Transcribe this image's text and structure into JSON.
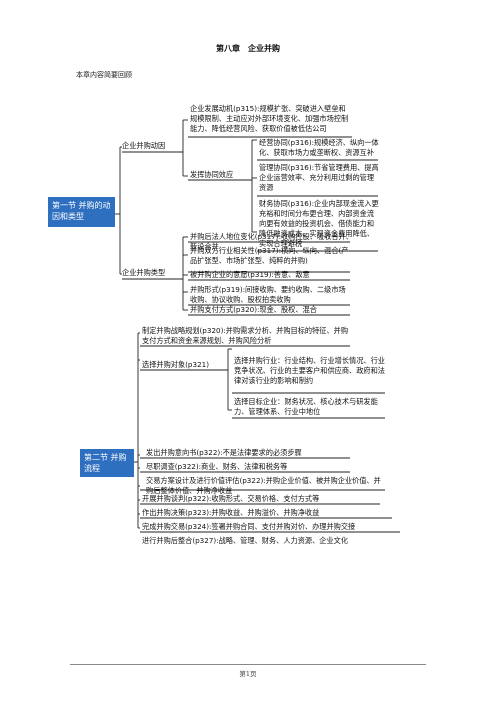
{
  "page": {
    "title": "第八章　企业并购",
    "intro": "本章内容简要回顾",
    "footer": "第1页"
  },
  "section1": {
    "label": "第一节 并购的动因和类型",
    "motive": {
      "label": "企业并购动因",
      "development": "企业发展动机(p315):规模扩张、突破进入壁垒和规模限制、主动应对外部环境变化、加强市场控制能力、降低经营风险、获取价值被低估公司",
      "synergy_label": "发挥协同效应",
      "synergies": [
        "经营协同(p316):规模经济、纵向一体化、获取市场力或垄断权、资源互补",
        "管理协同(p316):节省管理费用、提高企业运营效率、充分利用过剩的管理资源",
        "财务协同(p316):企业内部现金流入更充裕和时间分布更合理、内部资金流向更有效益的投资机会、借债能力和降低融资成本、实现资金费用降低、实现合理避税"
      ]
    },
    "types": {
      "label": "企业并购类型",
      "items": [
        "并购后法人地位变化(p317):收购控股、吸收合并、新设合并",
        "并购双方行业相关性(p317):横向、纵向、混合(产品扩张型、市场扩张型、纯粹的并购)",
        "被并购企业的意愿(p319):善意、敌意",
        "并购形式(p319):间接收购、要约收购、二级市场收购、协议收购、股权拍卖收购",
        "并购支付方式(p320):现金、股权、混合"
      ]
    }
  },
  "section2": {
    "label": "第二节 并购流程",
    "strategy": "制定并购战略规划(p320):并购需求分析、并购目标的特征、并购支付方式和资金来源规划、并购风险分析",
    "select": {
      "label": "选择并购对象(p321)",
      "items": [
        "选择并购行业：行业结构、行业增长情况、行业竞争状况、行业的主要客户和供应商、政府和法律对该行业的影响和制约",
        "选择目标企业：财务状况、核心技术与研发能力、管理体系、行业中地位"
      ]
    },
    "steps": [
      "发出并购意向书(p322):不是法律要求的必须步骤",
      "尽职调查(p322):商业、财务、法律和税务等",
      "交易方案设计及进行价值评估(p322):并购企业价值、被并购企业价值、并购后整体价值、并购净收益",
      "开展并购谈判(p322):收购形式、交易价格、支付方式等",
      "作出并购决策(p323):并购收益、并购溢价、并购净收益",
      "完成并购交易(p324):签署并购合同、支付并购对价、办理并购交接",
      "进行并购后整合(p327):战略、管理、财务、人力资源、企业文化"
    ]
  },
  "colors": {
    "accent": "#2e6fc0",
    "line": "#222222"
  }
}
